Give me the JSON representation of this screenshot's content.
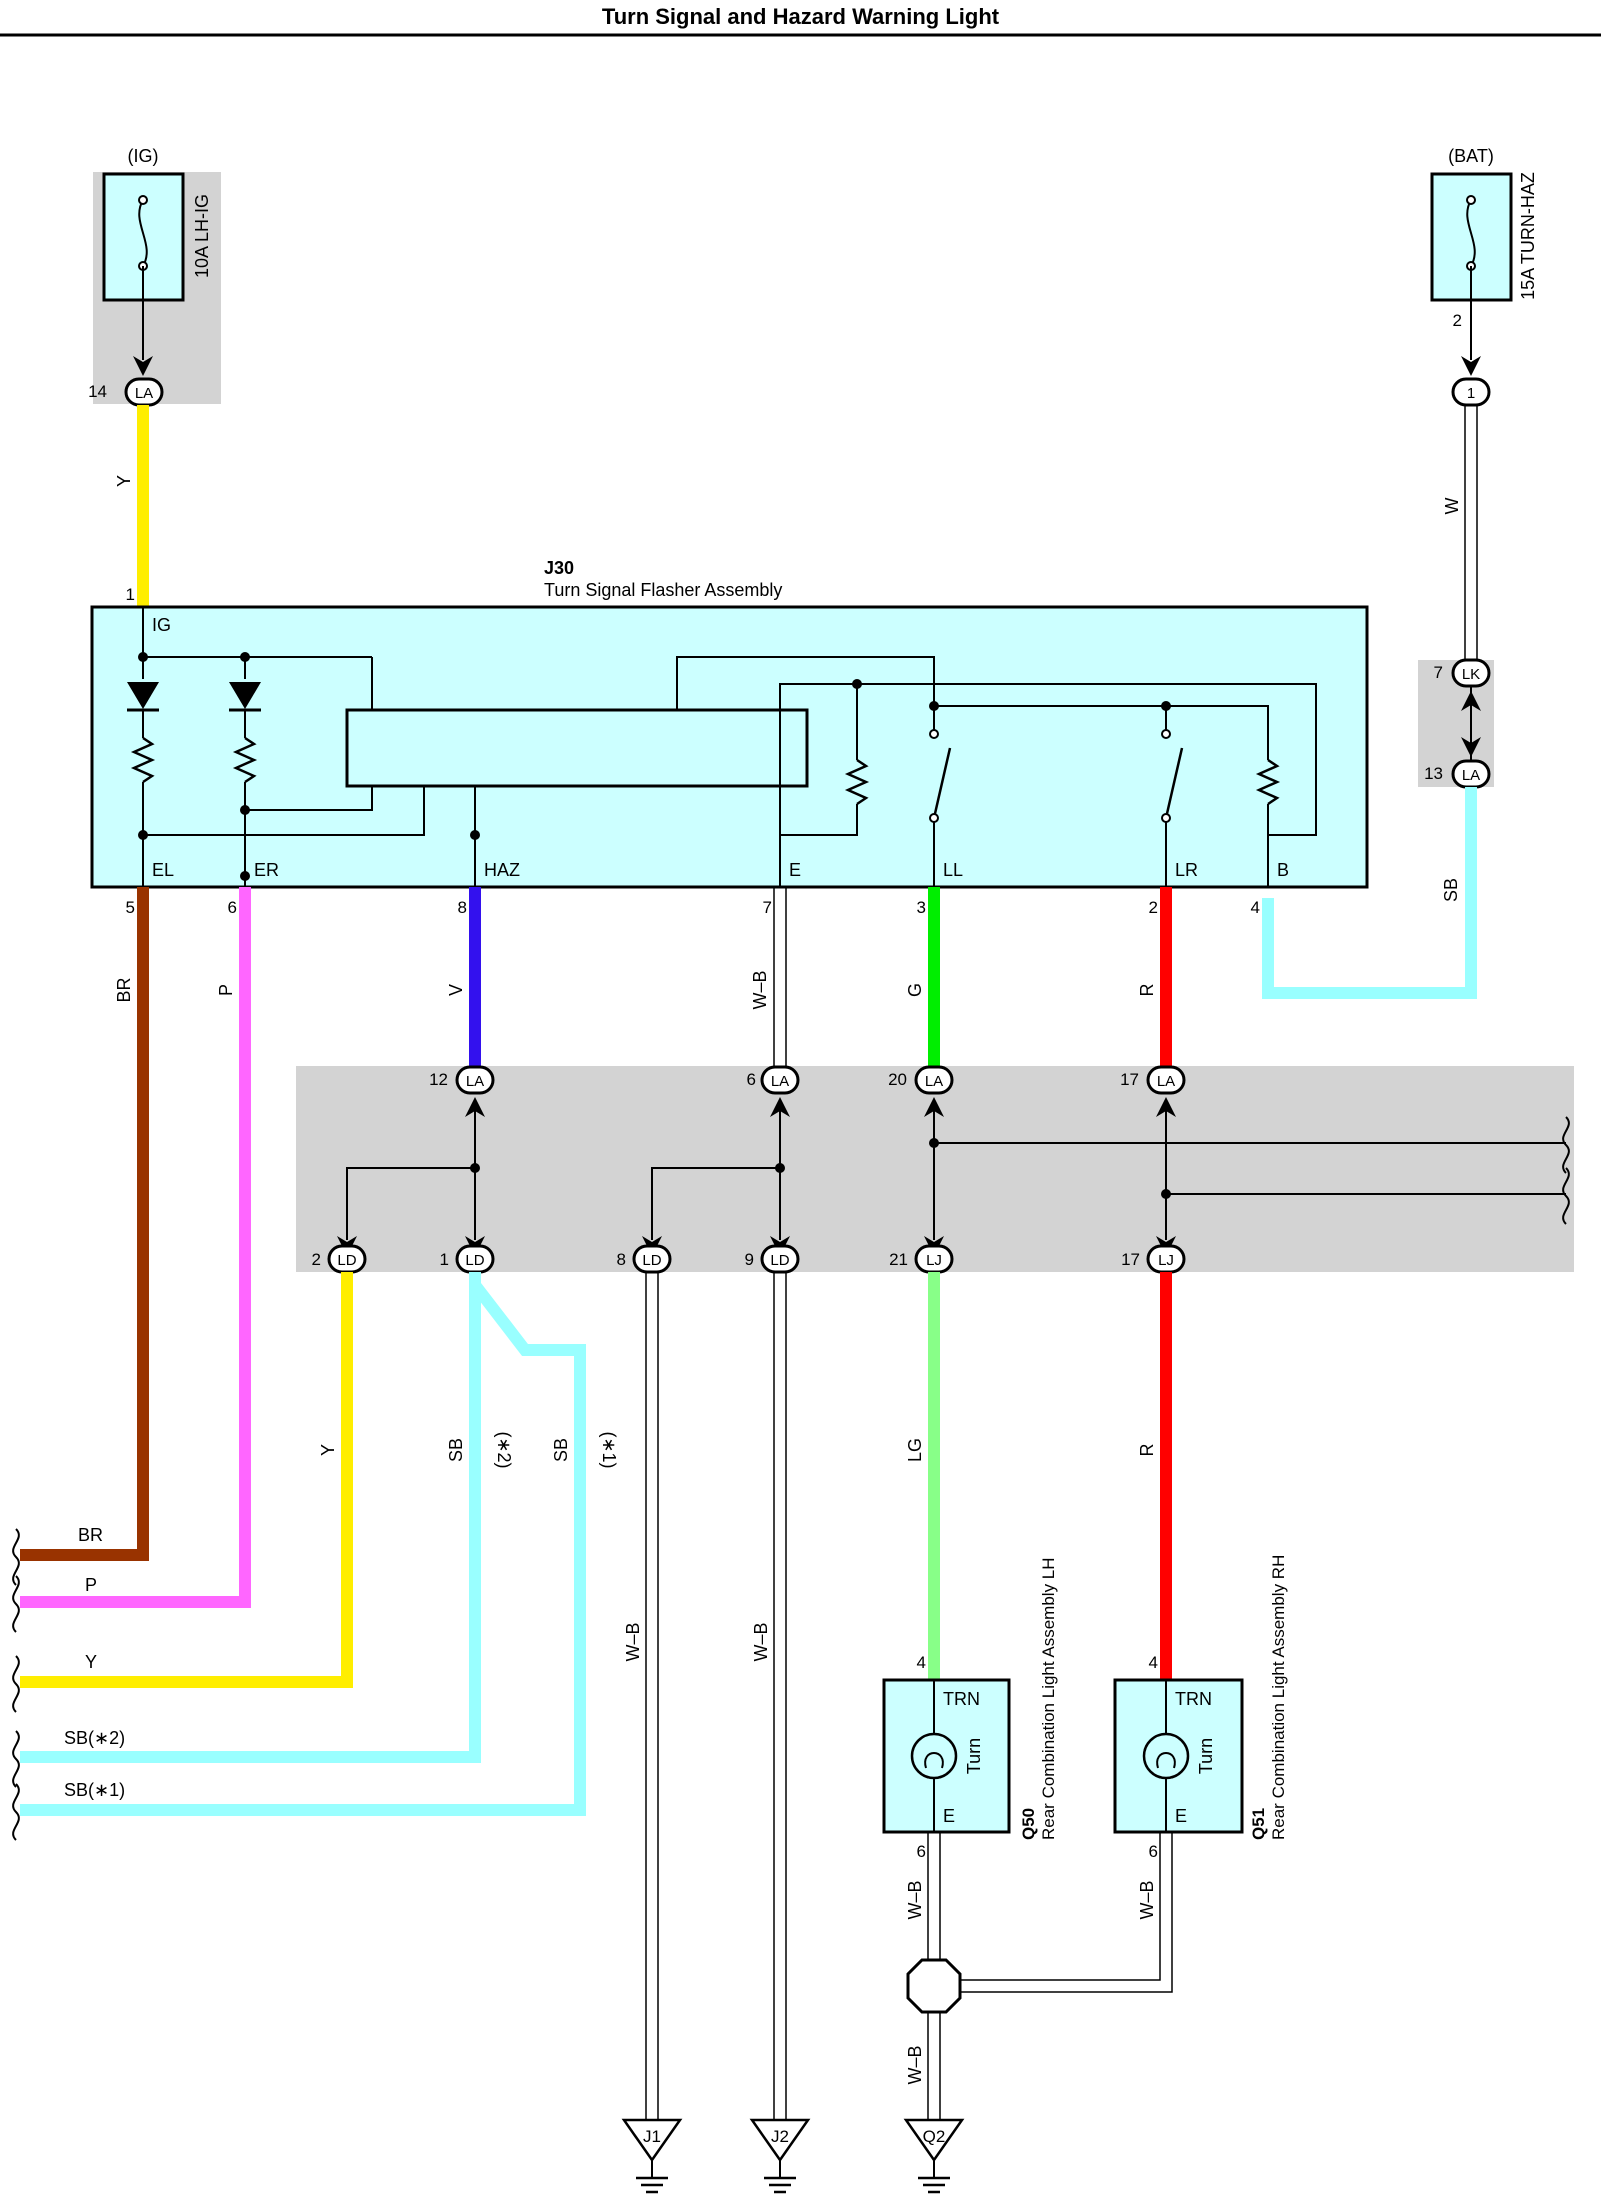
{
  "title": "Turn Signal and Hazard Warning Light",
  "fuses": [
    {
      "name": "10A LH-IG",
      "source": "(IG)",
      "pin": "14",
      "connector": "LA"
    },
    {
      "name": "15A TURN-HAZ",
      "source": "(BAT)",
      "pin": "2"
    }
  ],
  "flasher": {
    "id": "J30",
    "name": "Turn Signal Flasher Assembly",
    "terminals": {
      "ig": "IG",
      "el": "EL",
      "er": "ER",
      "haz": "HAZ",
      "e": "E",
      "ll": "LL",
      "lr": "LR",
      "b": "B"
    },
    "pins": {
      "ig": "1",
      "el": "5",
      "er": "6",
      "haz": "8",
      "e": "7",
      "ll": "3",
      "lr": "2",
      "b": "4"
    }
  },
  "wires": {
    "y1": "Y",
    "w": "W",
    "sb_top": "SB",
    "br": "BR",
    "p": "P",
    "v": "V",
    "wb1": "W–B",
    "g": "G",
    "r1": "R",
    "y2": "Y",
    "sb2": "SB",
    "sb2_note": "(∗2)",
    "sb1": "SB",
    "sb1_note": "(∗1)",
    "wb_j1": "W–B",
    "wb_j2": "W–B",
    "lg": "LG",
    "r2": "R",
    "wb_q50": "W–B",
    "wb_q51": "W–B",
    "wb_q2": "W–B"
  },
  "connectors": {
    "la_top": "LA",
    "b1": "1",
    "lk": "LK",
    "lk_pin": "7",
    "la_13": "LA",
    "la_13_pin": "13",
    "la12": "LA",
    "la12_pin": "12",
    "la6": "LA",
    "la6_pin": "6",
    "la20": "LA",
    "la20_pin": "20",
    "la17": "LA",
    "la17_pin": "17",
    "ld2": "LD",
    "ld2_pin": "2",
    "ld1": "LD",
    "ld1_pin": "1",
    "ld8": "LD",
    "ld8_pin": "8",
    "ld9": "LD",
    "ld9_pin": "9",
    "lj21": "LJ",
    "lj21_pin": "21",
    "lj17": "LJ",
    "lj17_pin": "17"
  },
  "left_labels": [
    "BR",
    "P",
    "Y",
    "SB(∗2)",
    "SB(∗1)"
  ],
  "lamps": [
    {
      "id": "Q50",
      "name": "Rear Combination Light Assembly LH",
      "trn": "TRN",
      "e": "E",
      "turn": "Turn",
      "pin_top": "4",
      "pin_bottom": "6"
    },
    {
      "id": "Q51",
      "name": "Rear Combination Light Assembly RH",
      "trn": "TRN",
      "e": "E",
      "turn": "Turn",
      "pin_top": "4",
      "pin_bottom": "6"
    }
  ],
  "grounds": [
    "J1",
    "J2",
    "Q2"
  ],
  "colors": {
    "fill": "#ccffff",
    "junction": "#d3d3d3",
    "brown": "#993300",
    "pink": "#ff66ff",
    "yellow": "#ffee00",
    "violet": "#3311ee",
    "green": "#00ee00",
    "lightgreen": "#88ff88",
    "red": "#ff0000",
    "skyblue": "#99ffff"
  }
}
